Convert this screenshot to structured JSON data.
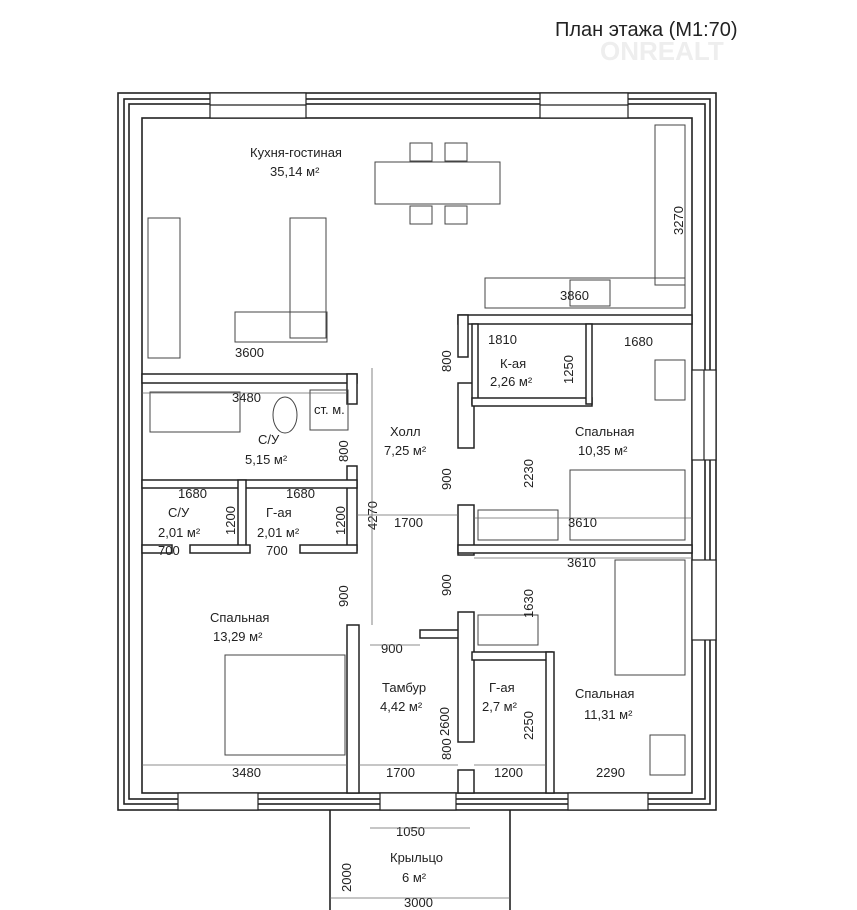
{
  "title": "План этажа (М1:70)",
  "watermark": "ONREALT",
  "rooms": {
    "kitchen": {
      "name": "Кухня-гостиная",
      "area": "35,14 м²"
    },
    "hall": {
      "name": "Холл",
      "area": "7,25 м²"
    },
    "bath_main": {
      "name": "С/У",
      "area": "5,15 м²"
    },
    "bath_small": {
      "name": "С/У",
      "area": "2,01 м²"
    },
    "wardrobe_left": {
      "name": "Г-ая",
      "area": "2,01 м²"
    },
    "pantry": {
      "name": "К-ая",
      "area": "2,26 м²"
    },
    "bedroom_ne": {
      "name": "Спальная",
      "area": "10,35 м²"
    },
    "bedroom_sw": {
      "name": "Спальная",
      "area": "13,29 м²"
    },
    "vestibule": {
      "name": "Тамбур",
      "area": "4,42 м²"
    },
    "wardrobe_right": {
      "name": "Г-ая",
      "area": "2,7 м²"
    },
    "bedroom_se": {
      "name": "Спальная",
      "area": "11,31 м²"
    },
    "porch": {
      "name": "Крыльцо",
      "area": "6 м²"
    },
    "washer": {
      "name": "ст. м."
    }
  },
  "dims": [
    "3270",
    "3860",
    "3600",
    "1810",
    "1680",
    "800",
    "1250",
    "3480",
    "800",
    "4270",
    "2230",
    "900",
    "1680",
    "1680",
    "1200",
    "1200",
    "1700",
    "3610",
    "700",
    "700",
    "3610",
    "900",
    "1630",
    "900",
    "900",
    "2600",
    "2250",
    "800",
    "3480",
    "1700",
    "1200",
    "2290",
    "1050",
    "2000",
    "3000"
  ]
}
